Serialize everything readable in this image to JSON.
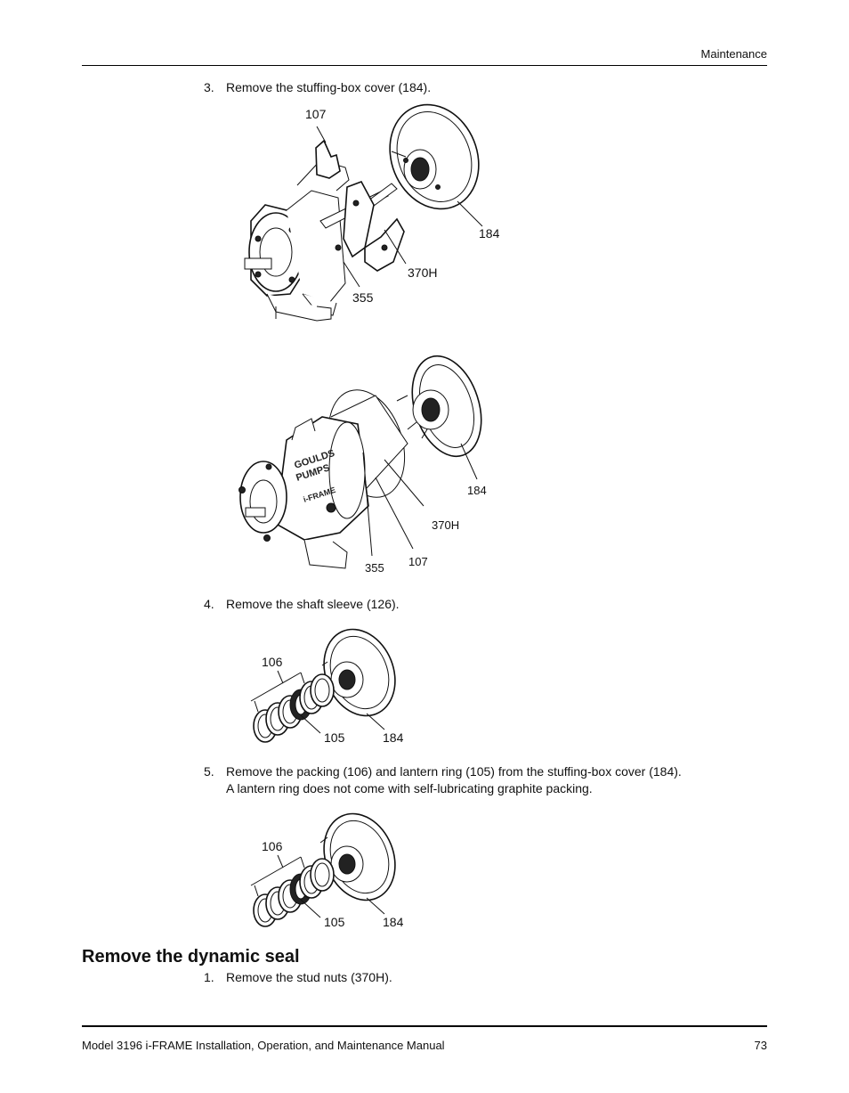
{
  "header": {
    "section": "Maintenance"
  },
  "steps": [
    {
      "num": "3.",
      "text": "Remove the stuffing-box cover (184)."
    },
    {
      "num": "4.",
      "text": "Remove the shaft sleeve (126)."
    },
    {
      "num": "5.",
      "line1": "Remove the packing (106) and lantern ring (105) from the stuffing-box cover (184).",
      "line2": "A lantern ring does not come with self-lubricating graphite packing."
    },
    {
      "num": "1.",
      "text": "Remove the stud nuts (370H)."
    }
  ],
  "figures": {
    "fig1": {
      "labels": [
        "107",
        "184",
        "370H",
        "355"
      ]
    },
    "fig2": {
      "labels": [
        "184",
        "370H",
        "355",
        "107"
      ],
      "nameplate": [
        "GOULDS",
        "PUMPS",
        "i-FRAME"
      ]
    },
    "fig3": {
      "labels": [
        "106",
        "105",
        "184"
      ]
    },
    "fig4": {
      "labels": [
        "106",
        "105",
        "184"
      ]
    }
  },
  "section_heading": "Remove the dynamic seal",
  "footer": {
    "title": "Model 3196 i-FRAME Installation, Operation, and Maintenance Manual",
    "page": "73"
  }
}
